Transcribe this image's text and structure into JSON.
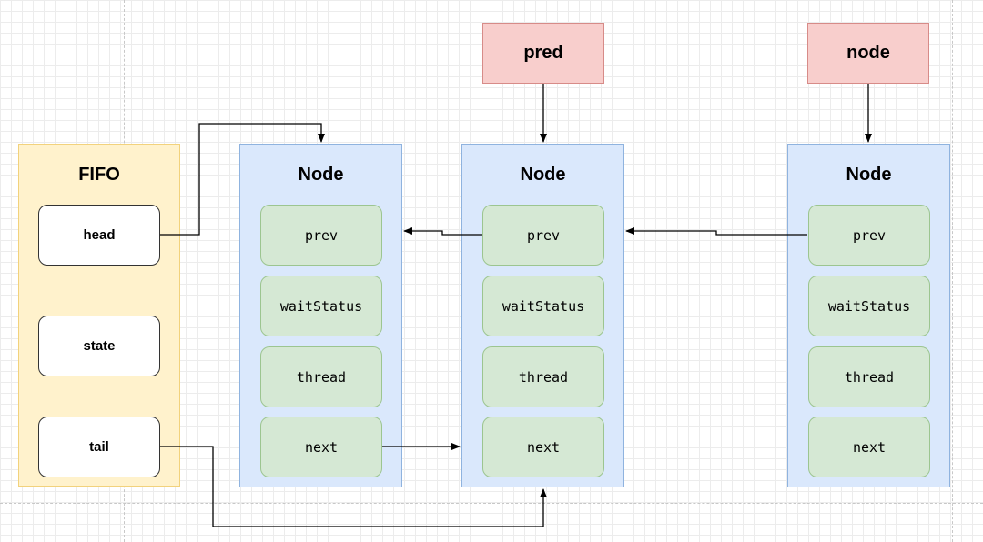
{
  "fifo": {
    "title": "FIFO",
    "fields": [
      "head",
      "state",
      "tail"
    ]
  },
  "nodes": [
    {
      "title": "Node",
      "fields": [
        "prev",
        "waitStatus",
        "thread",
        "next"
      ]
    },
    {
      "title": "Node",
      "fields": [
        "prev",
        "waitStatus",
        "thread",
        "next"
      ]
    },
    {
      "title": "Node",
      "fields": [
        "prev",
        "waitStatus",
        "thread",
        "next"
      ]
    }
  ],
  "pointers": {
    "pred": "pred",
    "node": "node"
  },
  "colors": {
    "fifo_fill": "#fff2cc",
    "node_fill": "#dae8fc",
    "field_fill": "#d5e8d4",
    "pointer_fill": "#f8cecc"
  }
}
